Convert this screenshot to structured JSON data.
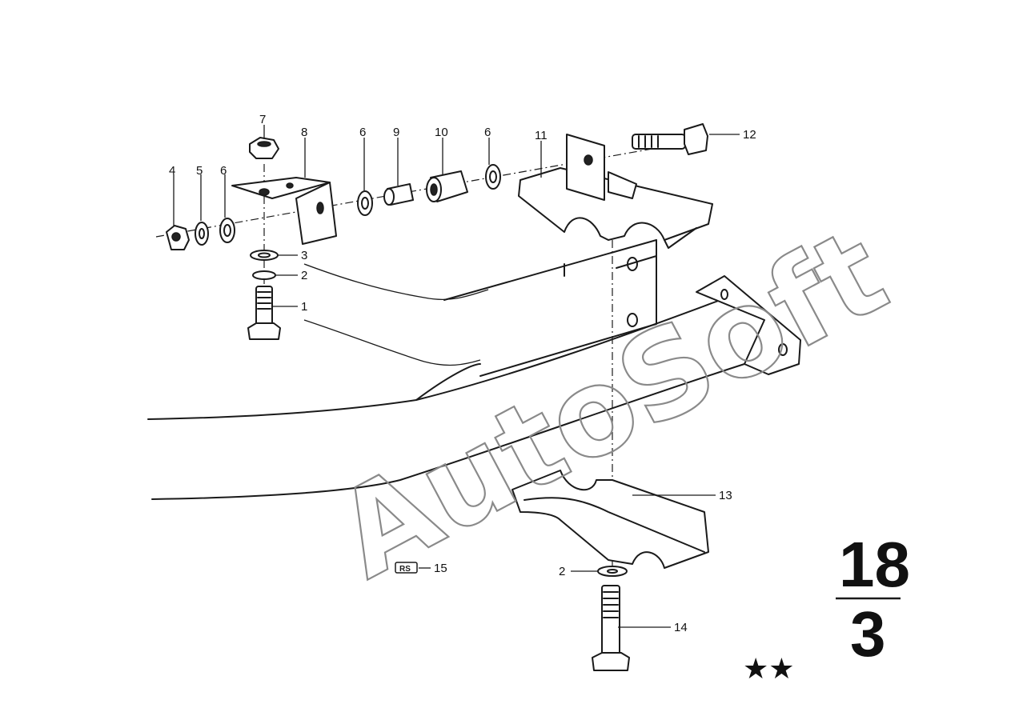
{
  "watermark": "AutoSoft",
  "page_number": {
    "top": "18",
    "bottom": "3"
  },
  "stars": "★★",
  "badge": "RS",
  "callouts": [
    {
      "id": "label-1",
      "text": "1"
    },
    {
      "id": "label-2a",
      "text": "2"
    },
    {
      "id": "label-2b",
      "text": "2"
    },
    {
      "id": "label-3",
      "text": "3"
    },
    {
      "id": "label-4",
      "text": "4"
    },
    {
      "id": "label-5",
      "text": "5"
    },
    {
      "id": "label-6a",
      "text": "6"
    },
    {
      "id": "label-6b",
      "text": "6"
    },
    {
      "id": "label-6c",
      "text": "6"
    },
    {
      "id": "label-7",
      "text": "7"
    },
    {
      "id": "label-8",
      "text": "8"
    },
    {
      "id": "label-9",
      "text": "9"
    },
    {
      "id": "label-10",
      "text": "10"
    },
    {
      "id": "label-11",
      "text": "11"
    },
    {
      "id": "label-12",
      "text": "12"
    },
    {
      "id": "label-13",
      "text": "13"
    },
    {
      "id": "label-14",
      "text": "14"
    },
    {
      "id": "label-15",
      "text": "15"
    }
  ],
  "colors": {
    "ink": "#1a1a1a",
    "watermark": "#8a8a8a",
    "paper": "#ffffff"
  }
}
